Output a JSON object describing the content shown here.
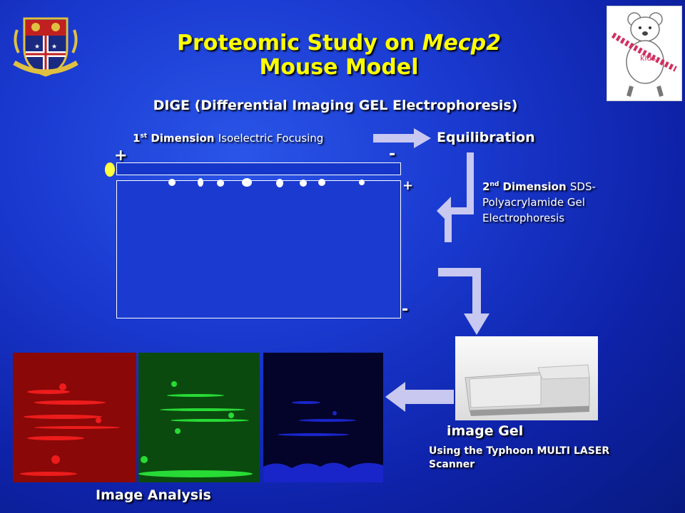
{
  "title": {
    "line1_prefix": "Proteomic Study on ",
    "line1_italic": "Mecp2",
    "line2": "Mouse Model"
  },
  "subtitle": "DIGE (Differential Imaging GEL Electrophoresis)",
  "first_dimension": {
    "ordinal_num": "1",
    "ordinal_sup": "st",
    "bold": "Dimension",
    "rest": "Isoelectric Focusing"
  },
  "equilibration": "Equilibration",
  "second_dimension": {
    "ordinal_num": "2",
    "ordinal_sup": "nd",
    "bold": "Dimension",
    "rest": "SDS-Polyacrylamide Gel Electrophoresis"
  },
  "signs": {
    "plus": "+",
    "minus": "-"
  },
  "image_gel": "image Gel",
  "typhoon": "Using the Typhoon MULTI LASER Scanner",
  "image_analysis": "Image Analysis",
  "bear_logo_text": "kids",
  "colors": {
    "title": "#ffff00",
    "arrow": "#c8c8f0",
    "gel_red": "#c00000",
    "gel_green": "#00a000",
    "gel_blue": "#0000c0"
  }
}
